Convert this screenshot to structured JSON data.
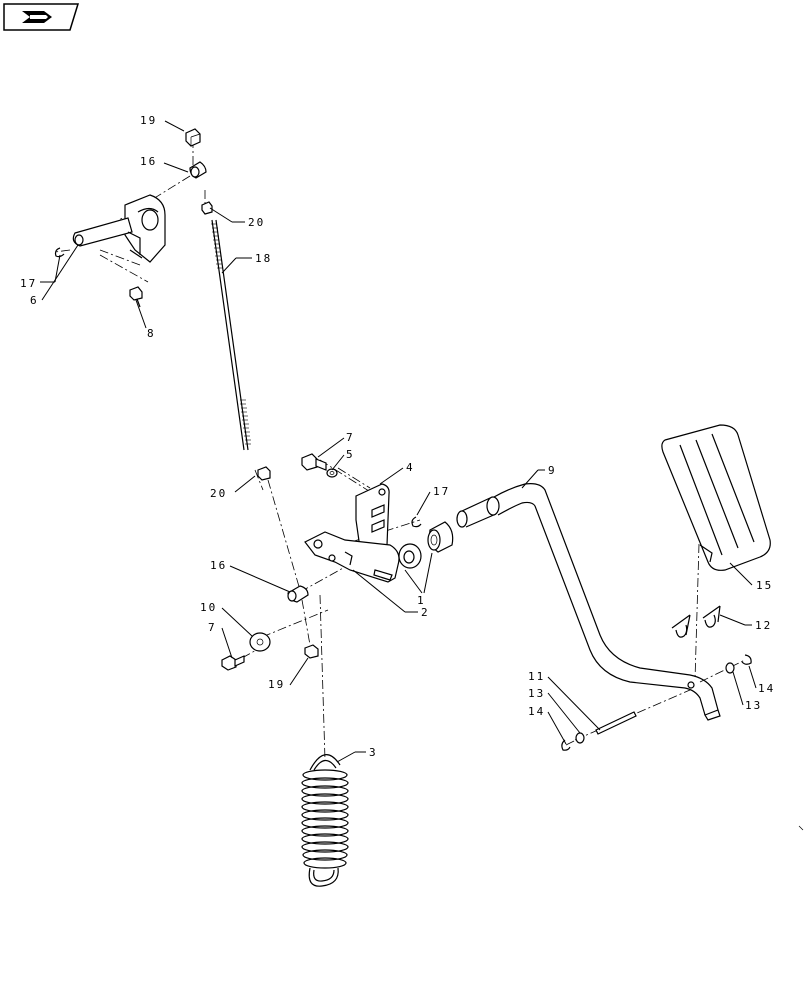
{
  "nav": {
    "icon": "back-arrow-icon"
  },
  "callouts": [
    {
      "id": "c19a",
      "text": "19"
    },
    {
      "id": "c16a",
      "text": "16"
    },
    {
      "id": "c20a",
      "text": "20"
    },
    {
      "id": "c18",
      "text": "18"
    },
    {
      "id": "c17a",
      "text": "17"
    },
    {
      "id": "c6",
      "text": "6"
    },
    {
      "id": "c8",
      "text": "8"
    },
    {
      "id": "c7a",
      "text": "7"
    },
    {
      "id": "c5",
      "text": "5"
    },
    {
      "id": "c4",
      "text": "4"
    },
    {
      "id": "c9",
      "text": "9"
    },
    {
      "id": "c17b",
      "text": "17"
    },
    {
      "id": "c20b",
      "text": "20"
    },
    {
      "id": "c16b",
      "text": "16"
    },
    {
      "id": "c1",
      "text": "1"
    },
    {
      "id": "c2",
      "text": "2"
    },
    {
      "id": "c15",
      "text": "15"
    },
    {
      "id": "c10",
      "text": "10"
    },
    {
      "id": "c7b",
      "text": "7"
    },
    {
      "id": "c12",
      "text": "12"
    },
    {
      "id": "c19b",
      "text": "19"
    },
    {
      "id": "c11",
      "text": "11"
    },
    {
      "id": "c13a",
      "text": "13"
    },
    {
      "id": "c14a",
      "text": "14"
    },
    {
      "id": "c14b",
      "text": "14"
    },
    {
      "id": "c13b",
      "text": "13"
    },
    {
      "id": "c3",
      "text": "3"
    }
  ]
}
